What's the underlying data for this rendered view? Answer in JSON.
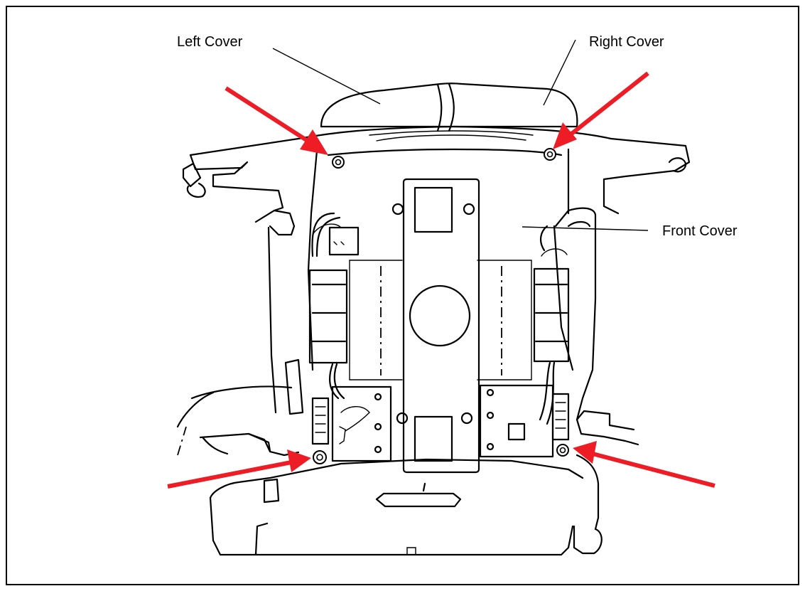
{
  "labels": {
    "left_cover": "Left Cover",
    "right_cover": "Right Cover",
    "front_cover": "Front Cover"
  },
  "colors": {
    "arrow": "#ee1c25",
    "line": "#000000",
    "background": "#ffffff"
  },
  "screw_indicators": [
    {
      "id": "top-left",
      "icon": "red-arrow"
    },
    {
      "id": "top-right",
      "icon": "red-arrow"
    },
    {
      "id": "bottom-left",
      "icon": "red-arrow"
    },
    {
      "id": "bottom-right",
      "icon": "red-arrow"
    }
  ]
}
